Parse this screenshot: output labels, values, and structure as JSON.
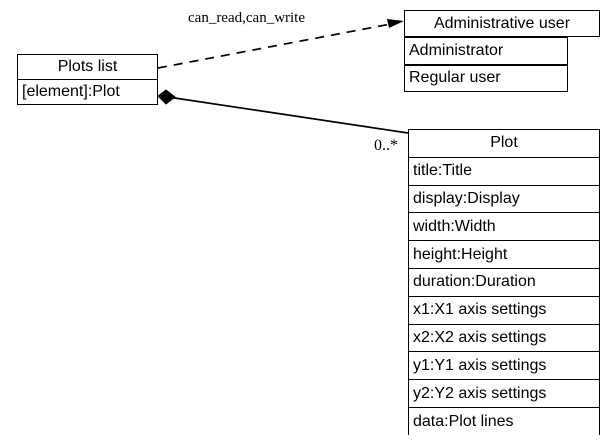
{
  "diagram": {
    "type": "uml-class-diagram",
    "background_color": "#ffffff",
    "line_color": "#000000",
    "classes": [
      {
        "id": "plots-list",
        "name": "Plots list",
        "rows": [
          "[element]:Plot"
        ]
      },
      {
        "id": "admin-user",
        "name": "Administrative user",
        "rows": [
          "Administrator",
          "Regular user"
        ]
      },
      {
        "id": "plot",
        "name": "Plot",
        "rows": [
          "title:Title",
          "display:Display",
          "width:Width",
          "height:Height",
          "duration:Duration",
          "x1:X1 axis settings",
          "x2:X2 axis settings",
          "y1:Y1 axis settings",
          "y2:Y2 axis settings",
          "data:Plot lines"
        ]
      }
    ],
    "edges": [
      {
        "id": "dependency",
        "from": "plots-list",
        "to": "admin-user",
        "style": "dashed",
        "arrow": "open-arrowhead",
        "label": "can_read,can_write"
      },
      {
        "id": "composition",
        "from": "plots-list",
        "to": "plot",
        "style": "solid",
        "arrow": "filled-diamond",
        "label": "0..*"
      }
    ]
  }
}
